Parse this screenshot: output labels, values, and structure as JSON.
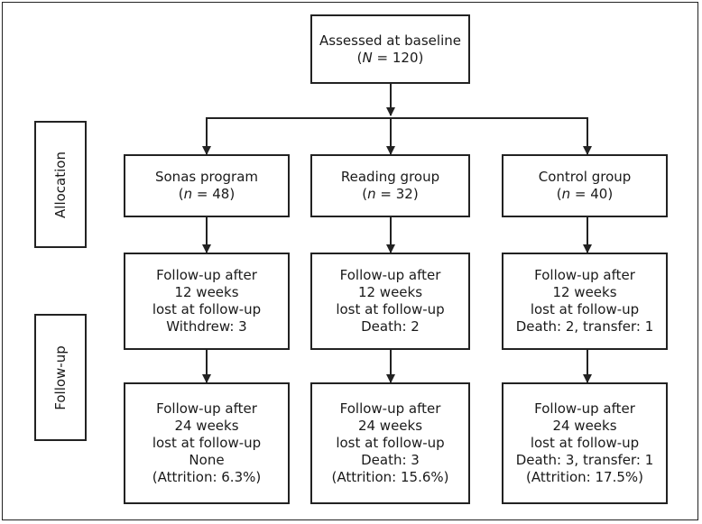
{
  "baseline": {
    "line1": "Assessed at baseline",
    "n_label": "N",
    "n_rest": " = 120)"
  },
  "stages": {
    "allocation": "Allocation",
    "follow_up": "Follow-up"
  },
  "groups": [
    {
      "name": "Sonas program",
      "n_rest": " = 48)"
    },
    {
      "name": "Reading group",
      "n_rest": " = 32)"
    },
    {
      "name": "Control group",
      "n_rest": " = 40)"
    }
  ],
  "n_label": "n",
  "week12": [
    {
      "line1": "Follow-up after",
      "line2": "12 weeks",
      "line3": "lost at follow-up",
      "line4": "Withdrew: 3"
    },
    {
      "line1": "Follow-up after",
      "line2": "12 weeks",
      "line3": "lost at follow-up",
      "line4": "Death: 2"
    },
    {
      "line1": "Follow-up after",
      "line2": "12 weeks",
      "line3": "lost at follow-up",
      "line4": "Death: 2, transfer: 1"
    }
  ],
  "week24": [
    {
      "line1": "Follow-up after",
      "line2": "24 weeks",
      "line3": "lost at follow-up",
      "line4": "None",
      "line5": "(Attrition: 6.3%)"
    },
    {
      "line1": "Follow-up after",
      "line2": "24 weeks",
      "line3": "lost at follow-up",
      "line4": "Death: 3",
      "line5": "(Attrition: 15.6%)"
    },
    {
      "line1": "Follow-up after",
      "line2": "24 weeks",
      "line3": "lost at follow-up",
      "line4": "Death: 3, transfer: 1",
      "line5": "(Attrition: 17.5%)"
    }
  ]
}
